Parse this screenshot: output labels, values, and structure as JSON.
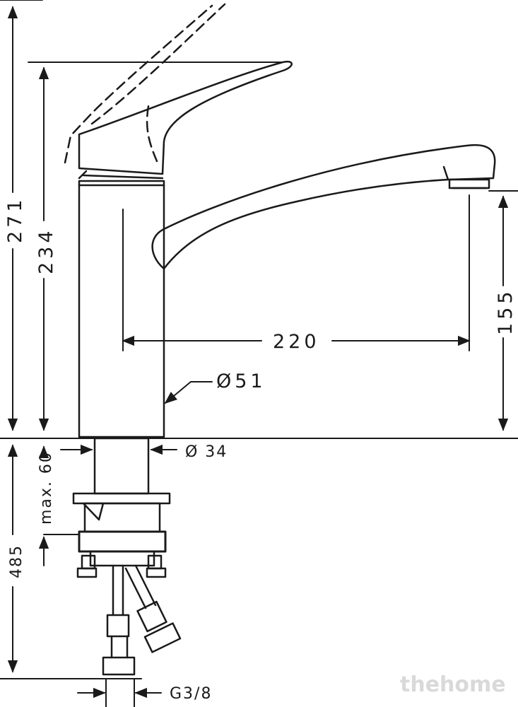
{
  "dimensions": {
    "total_height": "271",
    "body_height": "234",
    "spout_height": "155",
    "spout_reach": "220",
    "body_diameter": "Ø51",
    "shank_diameter": "Ø 34",
    "max_counter": "max. 60",
    "hose_length": "485",
    "connection": "G3/8"
  },
  "watermark": "thehome",
  "colors": {
    "line": "#1a1a1a",
    "background": "#ffffff",
    "watermark": "#d9d9d9"
  }
}
